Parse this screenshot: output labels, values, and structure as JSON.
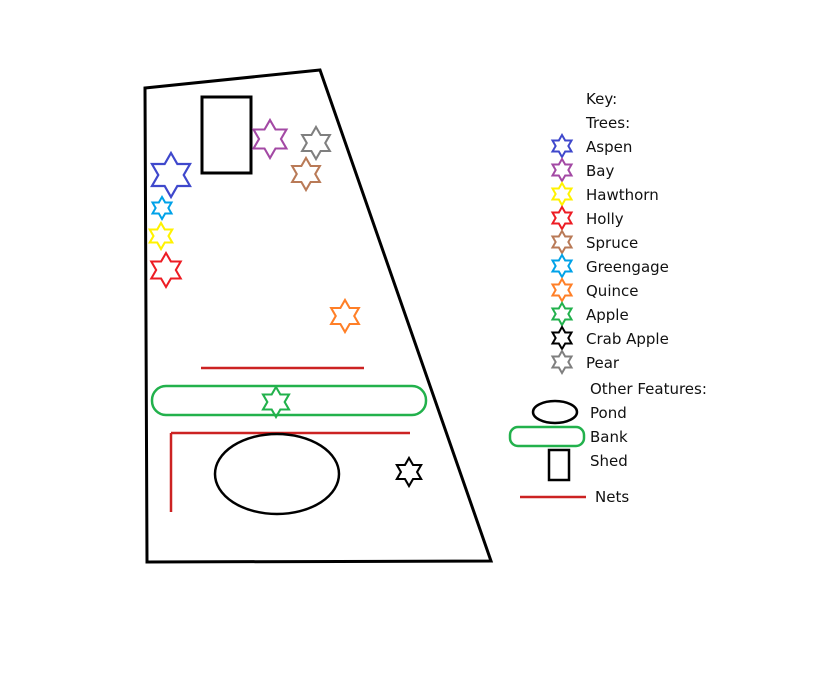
{
  "key": {
    "title": "Key:",
    "trees_heading": "Trees:",
    "trees": [
      {
        "label": "Aspen",
        "color": "#3f48cc",
        "icon": "star-icon"
      },
      {
        "label": "Bay",
        "color": "#a349a4",
        "icon": "star-icon"
      },
      {
        "label": "Hawthorn",
        "color": "#fff200",
        "icon": "star-icon"
      },
      {
        "label": "Holly",
        "color": "#ed1c24",
        "icon": "star-icon"
      },
      {
        "label": "Spruce",
        "color": "#b97a57",
        "icon": "star-icon"
      },
      {
        "label": "Greengage",
        "color": "#00a2e8",
        "icon": "star-icon"
      },
      {
        "label": "Quince",
        "color": "#ff7f27",
        "icon": "star-icon"
      },
      {
        "label": "Apple",
        "color": "#22b14c",
        "icon": "star-icon"
      },
      {
        "label": "Crab Apple",
        "color": "#000000",
        "icon": "star-icon"
      },
      {
        "label": "Pear",
        "color": "#7f7f7f",
        "icon": "star-icon"
      }
    ],
    "features_heading": "Other Features:",
    "features": [
      {
        "label": "Pond",
        "color": "#000000",
        "icon": "pond-ellipse-icon"
      },
      {
        "label": "Bank",
        "color": "#22b14c",
        "icon": "bank-capsule-icon"
      },
      {
        "label": "Shed",
        "color": "#000000",
        "icon": "shed-rectangle-icon"
      },
      {
        "label": "Nets",
        "color": "#cc2222",
        "icon": "net-line-icon"
      }
    ]
  }
}
